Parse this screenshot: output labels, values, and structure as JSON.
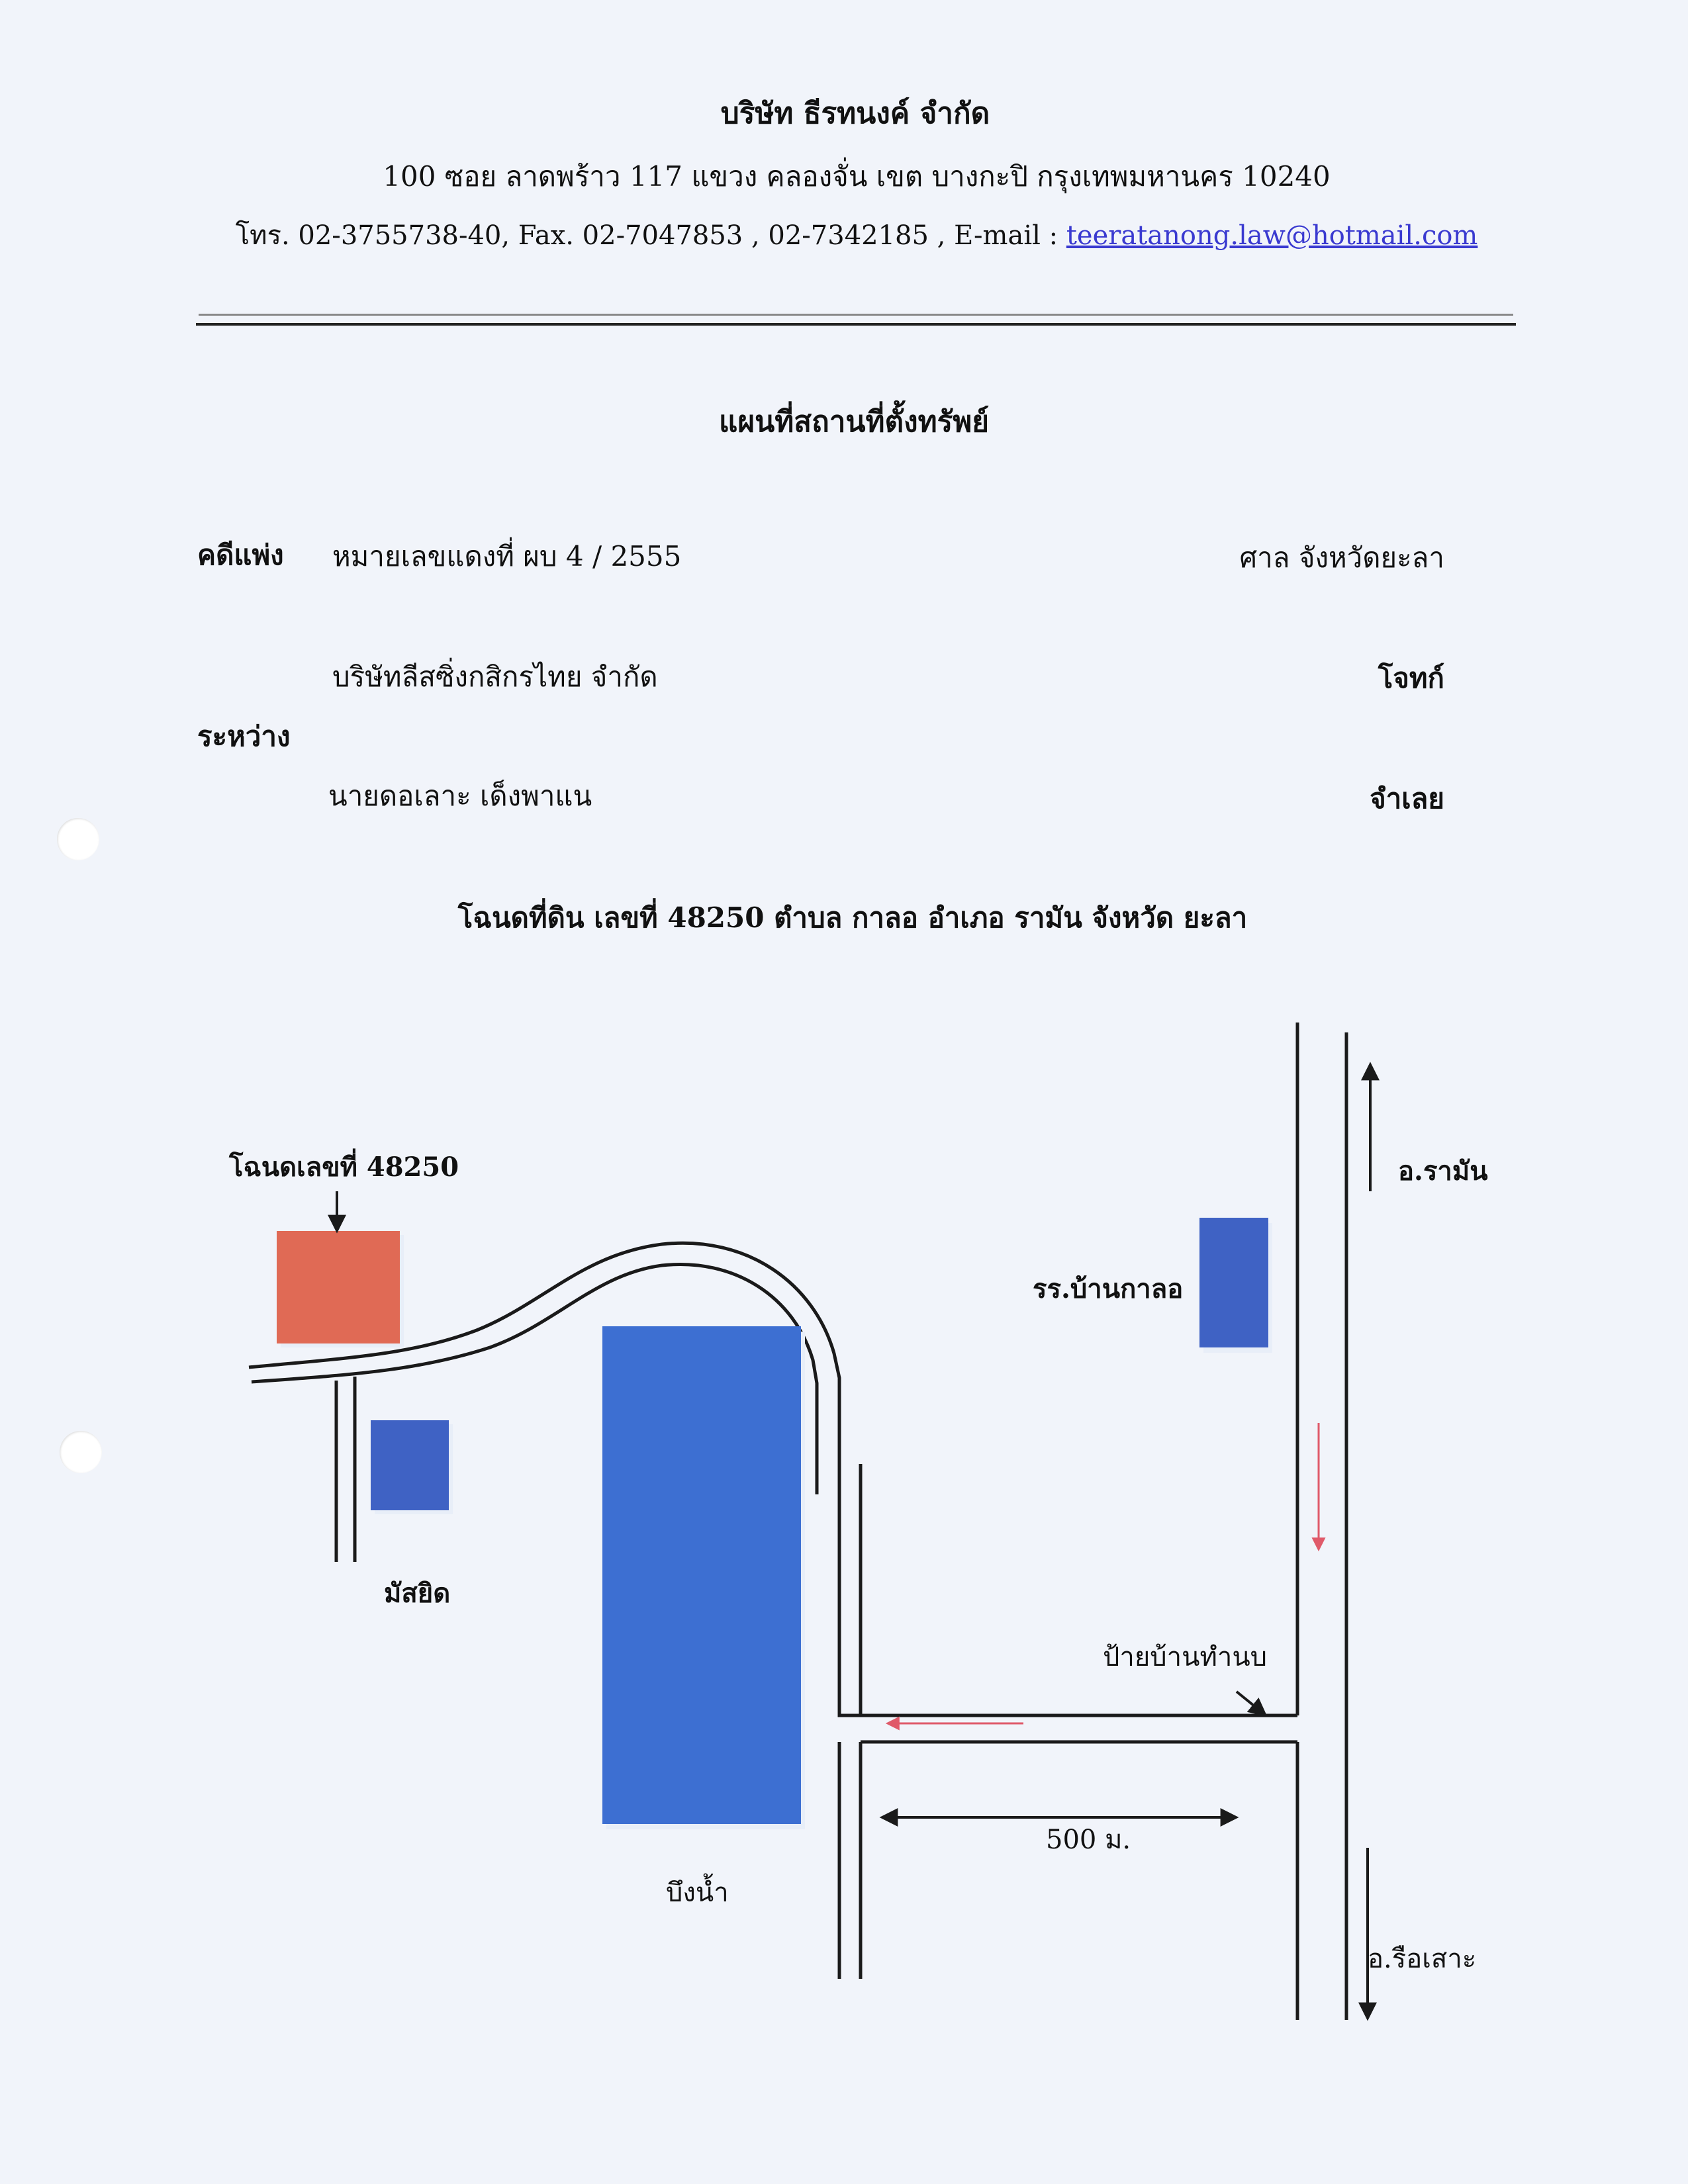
{
  "letterhead": {
    "company": "บริษัท  ธีรทนงค์ จำกัด",
    "address": "100 ซอย ลาดพร้าว 117  แขวง คลองจั่น  เขต บางกะปิ  กรุงเทพมหานคร  10240",
    "contact_prefix": "โทร. 02-3755738-40, Fax.  02-7047853 , 02-7342185 , E-mail :",
    "email": "teeratanong.law@hotmail.com"
  },
  "document": {
    "title": "แผนที่สถานที่ตั้งทรัพย์",
    "case_label": "คดีแพ่ง",
    "case_number": "หมายเลขแดงที่   ผบ 4 / 2555",
    "court": "ศาล จังหวัดยะลา",
    "plaintiff": "บริษัทลีสซิ่งกสิกรไทย จำกัด",
    "plaintiff_role": "โจทก์",
    "between_label": "ระหว่าง",
    "defendant": "นายดอเลาะ  เด็งพาแน",
    "defendant_role": "จำเลย",
    "deed_line": "โฉนดที่ดิน เลขที่   48250   ตำบล กาลอ     อำเภอ รามัน    จังหวัด ยะลา"
  },
  "map": {
    "labels": {
      "deed_marker": "โฉนดเลขที่ 48250",
      "mosque": "มัสยิด",
      "pond": "บึงน้ำ",
      "school": "รร.บ้านกาลอ",
      "village_sign": "ป้ายบ้านทำนบ",
      "distance": "500 ม.",
      "to_raman": "อ.รามัน",
      "to_rueso": "อ.รือเสาะ"
    },
    "colors": {
      "property": "#e06a55",
      "building": "#3f62c4",
      "pond": "#3d6fd2",
      "road_line": "#1a1a1a",
      "route_arrow": "#e05a6a"
    },
    "icons": [
      "arrow-down-icon",
      "arrow-up-icon",
      "arrow-down-icon",
      "arrow-left-icon",
      "double-arrow-icon",
      "diagonal-arrow-icon"
    ]
  }
}
